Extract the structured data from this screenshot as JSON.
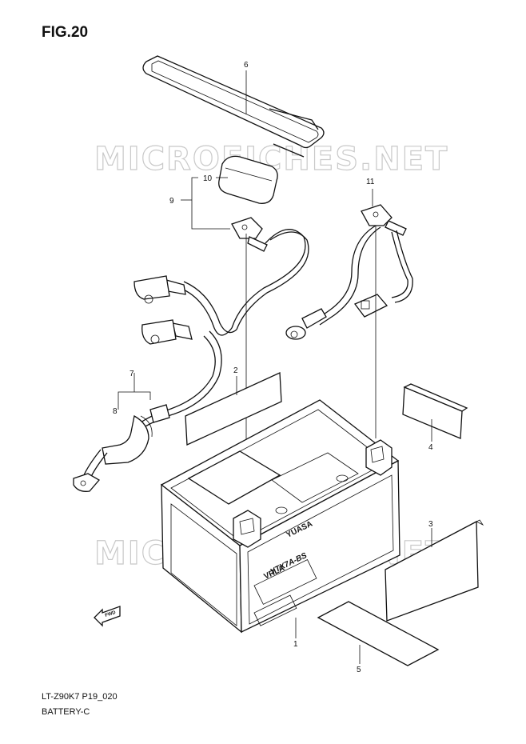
{
  "figure": {
    "title": "FIG.20",
    "code": "LT-Z90K7 P19_020",
    "section": "BATTERY-C"
  },
  "watermark": "MICROFICHES.NET",
  "battery_text": {
    "model": "YTX7A-BS",
    "brand": "YUASA",
    "vrla": "VRLA"
  },
  "fwd_label": "FWD",
  "callouts": [
    "1",
    "2",
    "3",
    "4",
    "5",
    "6",
    "7",
    "8",
    "9",
    "10",
    "11"
  ]
}
